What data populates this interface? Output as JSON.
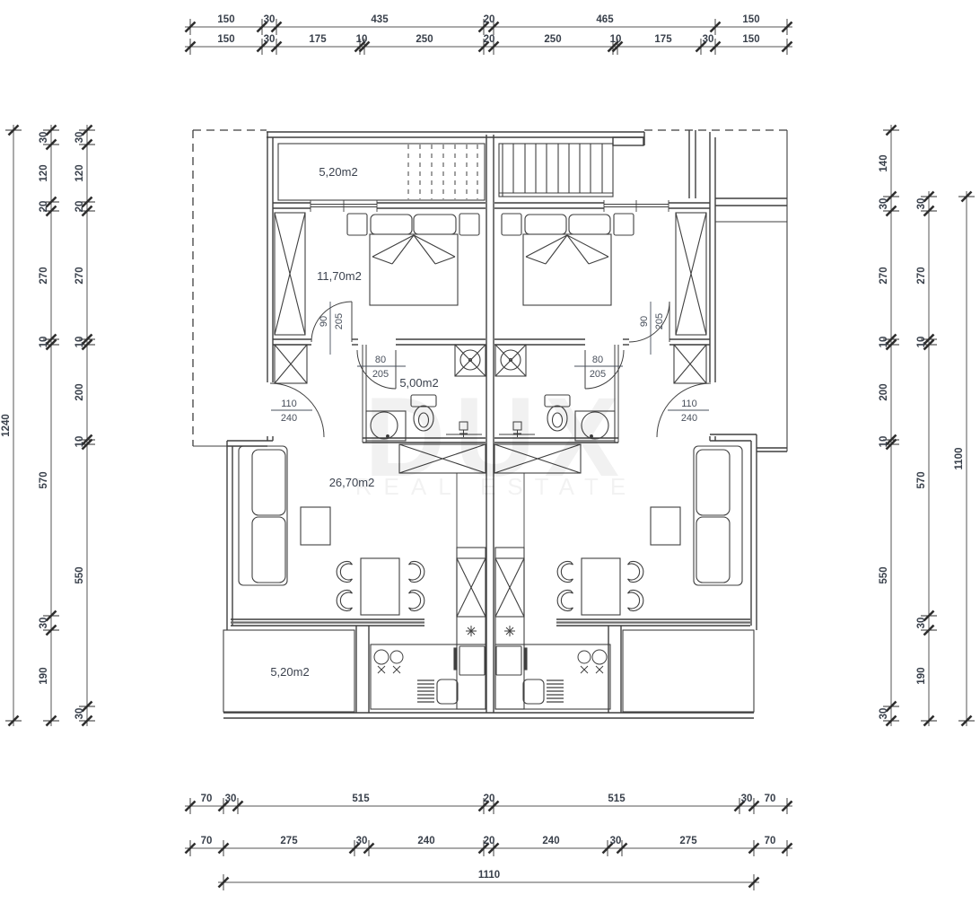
{
  "watermark": {
    "brand": "DUX",
    "tagline": "REAL ESTATE"
  },
  "rooms": {
    "terrace_top": "5,20m2",
    "bedroom": "11,70m2",
    "bathroom": "5,00m2",
    "living": "26,70m2",
    "terrace_bottom": "5,20m2"
  },
  "doors": {
    "bedroom": {
      "w": "90",
      "h": "205"
    },
    "bathroom": {
      "w": "80",
      "h": "205"
    },
    "entry": {
      "w": "110",
      "h": "240"
    }
  },
  "dims": {
    "top_row1": [
      "150",
      "30",
      "435",
      "20",
      "465",
      "150"
    ],
    "top_row2": [
      "150",
      "30",
      "175",
      "10",
      "250",
      "20",
      "250",
      "10",
      "175",
      "30",
      "150"
    ],
    "bottom_row1": [
      "70",
      "30",
      "515",
      "20",
      "515",
      "30",
      "70"
    ],
    "bottom_row2": [
      "70",
      "275",
      "30",
      "240",
      "20",
      "240",
      "30",
      "275",
      "70"
    ],
    "bottom_total": "1110",
    "left_total": "1240",
    "left_outer": [
      "30",
      "120",
      "20",
      "270",
      "10",
      "570",
      "30",
      "190"
    ],
    "left_inner": [
      "30",
      "120",
      "20",
      "270",
      "10",
      "200",
      "10",
      "550",
      "30"
    ],
    "right_inner": [
      "140",
      "30",
      "270",
      "10",
      "200",
      "10",
      "550",
      "30"
    ],
    "right_outer": [
      "30",
      "270",
      "10",
      "570",
      "30",
      "190"
    ],
    "right_total": "1100"
  }
}
